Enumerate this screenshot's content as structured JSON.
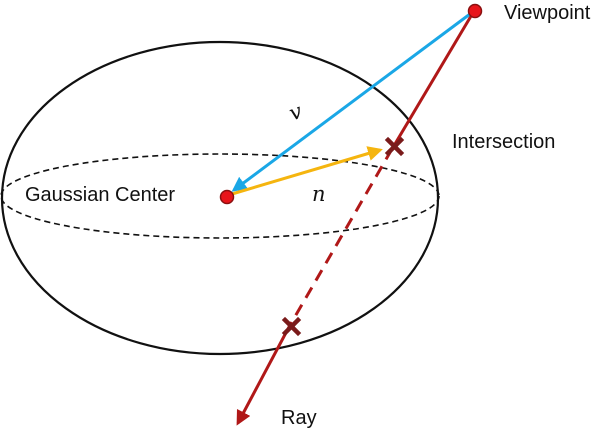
{
  "labels": {
    "viewpoint": "Viewpoint",
    "intersection": "Intersection",
    "gaussian_center": "Gaussian Center",
    "ray": "Ray",
    "v": "v",
    "n": "n"
  },
  "colors": {
    "ellipsoid": "#111111",
    "ray": "#b01818",
    "v_arrow": "#1aa7e6",
    "n_arrow": "#f5b50f",
    "point": "#e8141a",
    "point_outline": "#8a1010",
    "cross": "#7a1a1a"
  }
}
